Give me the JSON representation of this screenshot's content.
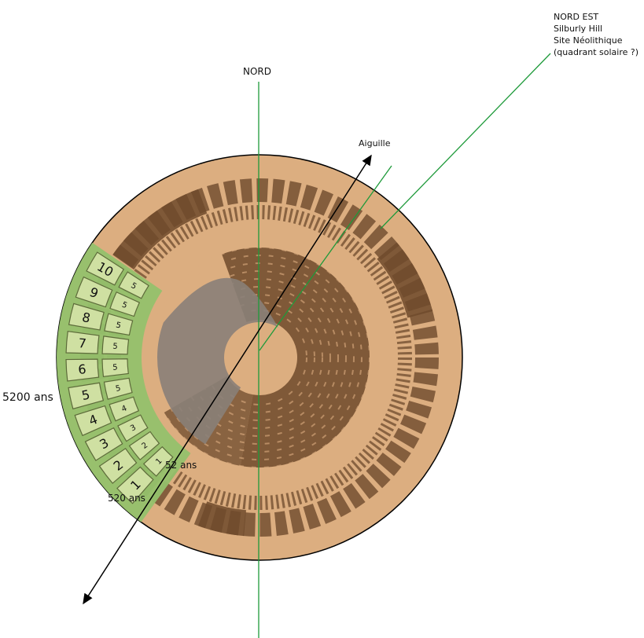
{
  "labels": {
    "north_east": [
      "NORD EST",
      "Silburly Hill",
      "Site Néolithique",
      "(quadrant solaire ?)"
    ],
    "north": "NORD",
    "needle": "Aiguille",
    "total": "5200 ans",
    "inner_unit": "52 ans",
    "outer_unit": "520 ans"
  },
  "outer_cells": [
    "10",
    "9",
    "8",
    "7",
    "6",
    "5",
    "4",
    "3",
    "2",
    "1"
  ],
  "inner_cells": [
    "5",
    "5",
    "5",
    "5",
    "5",
    "5",
    "4",
    "3",
    "2",
    "1"
  ],
  "colors": {
    "field": "#dcae80",
    "crop_dark": "#6e4a2c",
    "sector": "#93c16c",
    "cell": "#cfe0a2",
    "swirl_overlay": "#8a7f78",
    "guide_line": "#1e9a3a"
  }
}
